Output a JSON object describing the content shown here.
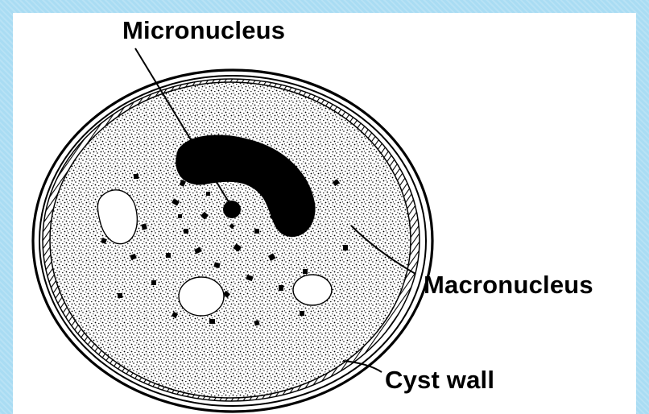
{
  "labels": {
    "micronucleus": "Micronucleus",
    "macronucleus": "Macronucleus",
    "cyst_wall": "Cyst wall"
  },
  "colors": {
    "frame": "#a9dcf3",
    "panel": "#ffffff",
    "ink": "#000000"
  }
}
